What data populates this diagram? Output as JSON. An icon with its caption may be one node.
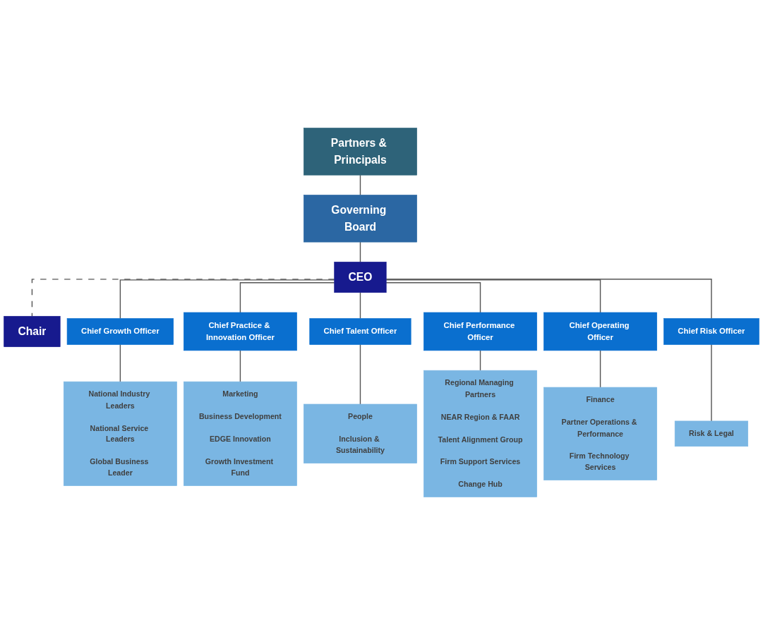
{
  "diagram": {
    "nodes": [
      {
        "text": [
          "Partners & Principals"
        ]
      },
      {
        "text": [
          "Governing Board"
        ]
      },
      {
        "text": [
          "CEO"
        ]
      },
      {
        "text": [
          "Chair"
        ]
      },
      {
        "text": [
          "Chief Growth Officer"
        ]
      },
      {
        "text": [
          "Chief Practice & Innovation Officer"
        ]
      },
      {
        "text": [
          "Chief Talent Officer"
        ]
      },
      {
        "text": [
          "Chief Performance Officer"
        ]
      },
      {
        "text": [
          "Chief Operating Officer"
        ]
      },
      {
        "text": [
          "Chief Risk Officer"
        ]
      },
      {
        "text": [
          "National Industry Leaders",
          "National Service Leaders",
          "Global Business Leader"
        ]
      },
      {
        "text": [
          "Marketing",
          "Business Development",
          "EDGE Innovation",
          "Growth Investment Fund"
        ]
      },
      {
        "text": [
          "People",
          "Inclusion & Sustainability"
        ]
      },
      {
        "text": [
          "Regional Managing Partners",
          "NEAR Region & FAAR",
          "Talent Alignment Group",
          "Firm Support Services",
          "Change Hub"
        ]
      },
      {
        "text": [
          "Finance",
          "Partner Operations & Performance",
          "Firm Technology Services"
        ]
      },
      {
        "text": [
          "Risk & Legal"
        ]
      }
    ],
    "edges": [
      {
        "from": 0,
        "to": 1,
        "arrow": "none"
      },
      {
        "from": 1,
        "to": 2,
        "arrow": "none"
      },
      {
        "from": 2,
        "to": 3,
        "arrow": "none",
        "style": "dashed"
      },
      {
        "from": 2,
        "to": 4,
        "arrow": "none"
      },
      {
        "from": 2,
        "to": 5,
        "arrow": "none"
      },
      {
        "from": 2,
        "to": 6,
        "arrow": "none"
      },
      {
        "from": 2,
        "to": 7,
        "arrow": "none"
      },
      {
        "from": 2,
        "to": 8,
        "arrow": "none"
      },
      {
        "from": 2,
        "to": 9,
        "arrow": "none"
      },
      {
        "from": 4,
        "to": 10,
        "arrow": "none"
      },
      {
        "from": 5,
        "to": 11,
        "arrow": "none"
      },
      {
        "from": 6,
        "to": 12,
        "arrow": "none"
      },
      {
        "from": 7,
        "to": 13,
        "arrow": "none"
      },
      {
        "from": 8,
        "to": 14,
        "arrow": "none"
      },
      {
        "from": 9,
        "to": 15,
        "arrow": "none"
      }
    ]
  }
}
